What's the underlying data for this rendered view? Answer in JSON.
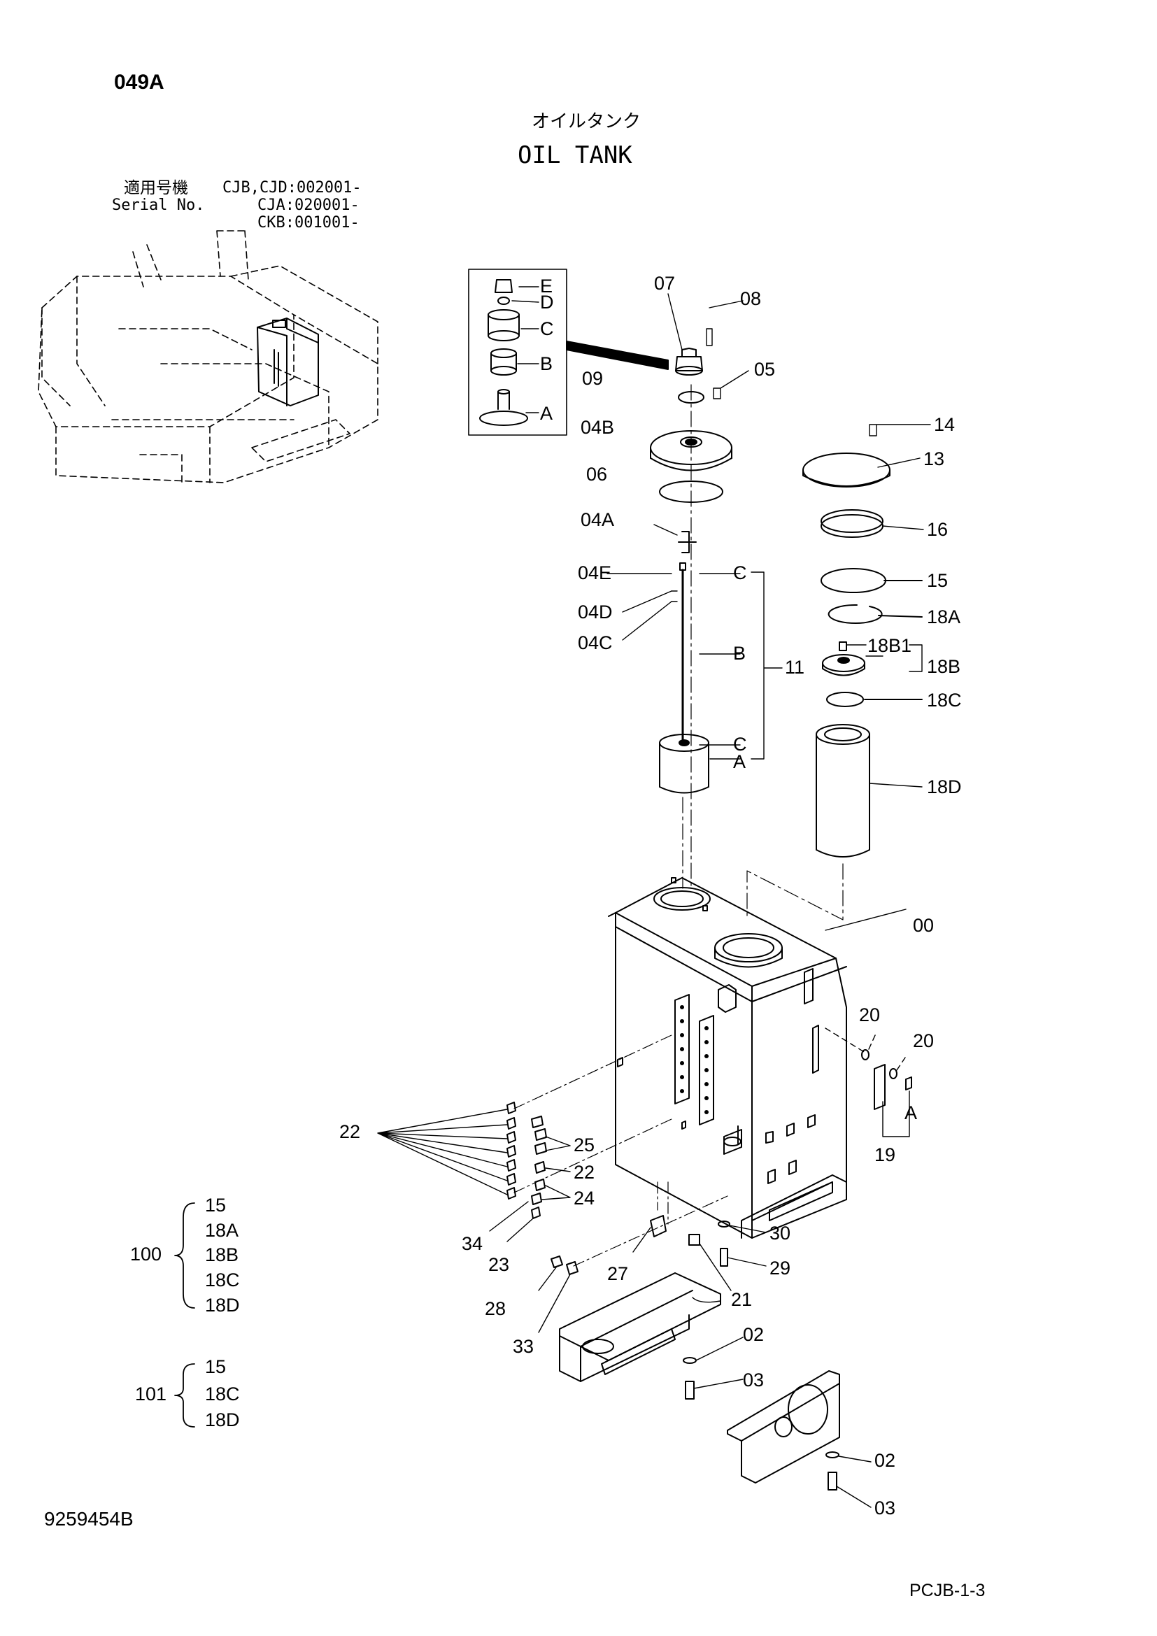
{
  "header": {
    "page_code": "049A",
    "title_jp": "オイルタンク",
    "title_en": "OIL TANK",
    "serial_label_jp": "適用号機",
    "serial_label_en": "Serial No.",
    "serials": [
      "CJB,CJD:002001-",
      "CJA:020001-",
      "CKB:001001-"
    ]
  },
  "inset_labels": [
    "E",
    "D",
    "C",
    "B",
    "A"
  ],
  "callouts": {
    "p07": "07",
    "p08": "08",
    "p09": "09",
    "p05": "05",
    "p04B": "04B",
    "p06": "06",
    "p04A": "04A",
    "p04E": "04E",
    "p04D": "04D",
    "p04C": "04C",
    "p11": "11",
    "rodC1": "C",
    "rodB": "B",
    "rodC2": "C",
    "rodA": "A",
    "p14": "14",
    "p13": "13",
    "p16": "16",
    "p15": "15",
    "p18A": "18A",
    "p18B1": "18B1",
    "p18B": "18B",
    "p18C": "18C",
    "p18D": "18D",
    "p00": "00",
    "p20a": "20",
    "p20b": "20",
    "pA": "A",
    "p19": "19",
    "p22a": "22",
    "p25": "25",
    "p22b": "22",
    "p24": "24",
    "p34": "34",
    "p23": "23",
    "p30": "30",
    "p29": "29",
    "p27": "27",
    "p21": "21",
    "p28": "28",
    "p33": "33",
    "p02a": "02",
    "p03a": "03",
    "p02b": "02",
    "p03b": "03"
  },
  "kits": [
    {
      "number": "100",
      "parts": [
        "15",
        "18A",
        "18B",
        "18C",
        "18D"
      ]
    },
    {
      "number": "101",
      "parts": [
        "15",
        "18C",
        "18D"
      ]
    }
  ],
  "footer": {
    "drawing_number": "9259454B",
    "page_ref": "PCJB-1-3"
  }
}
